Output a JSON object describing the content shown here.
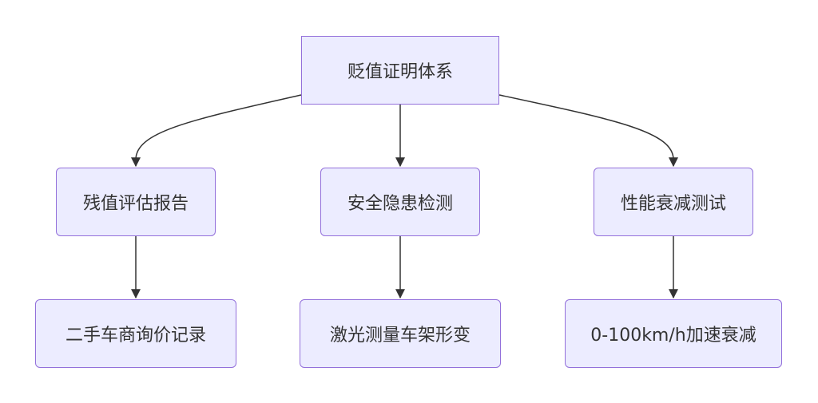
{
  "diagram": {
    "root": {
      "label": "贬值证明体系"
    },
    "branches": [
      {
        "label": "残值评估报告",
        "child": "二手车商询价记录"
      },
      {
        "label": "安全隐患检测",
        "child": "激光测量车架形变"
      },
      {
        "label": "性能衰减测试",
        "child": "0-100km/h加速衰减"
      }
    ],
    "colors": {
      "node_fill": "#ececff",
      "node_border": "#9370db",
      "edge": "#333333",
      "text": "#333333"
    }
  }
}
